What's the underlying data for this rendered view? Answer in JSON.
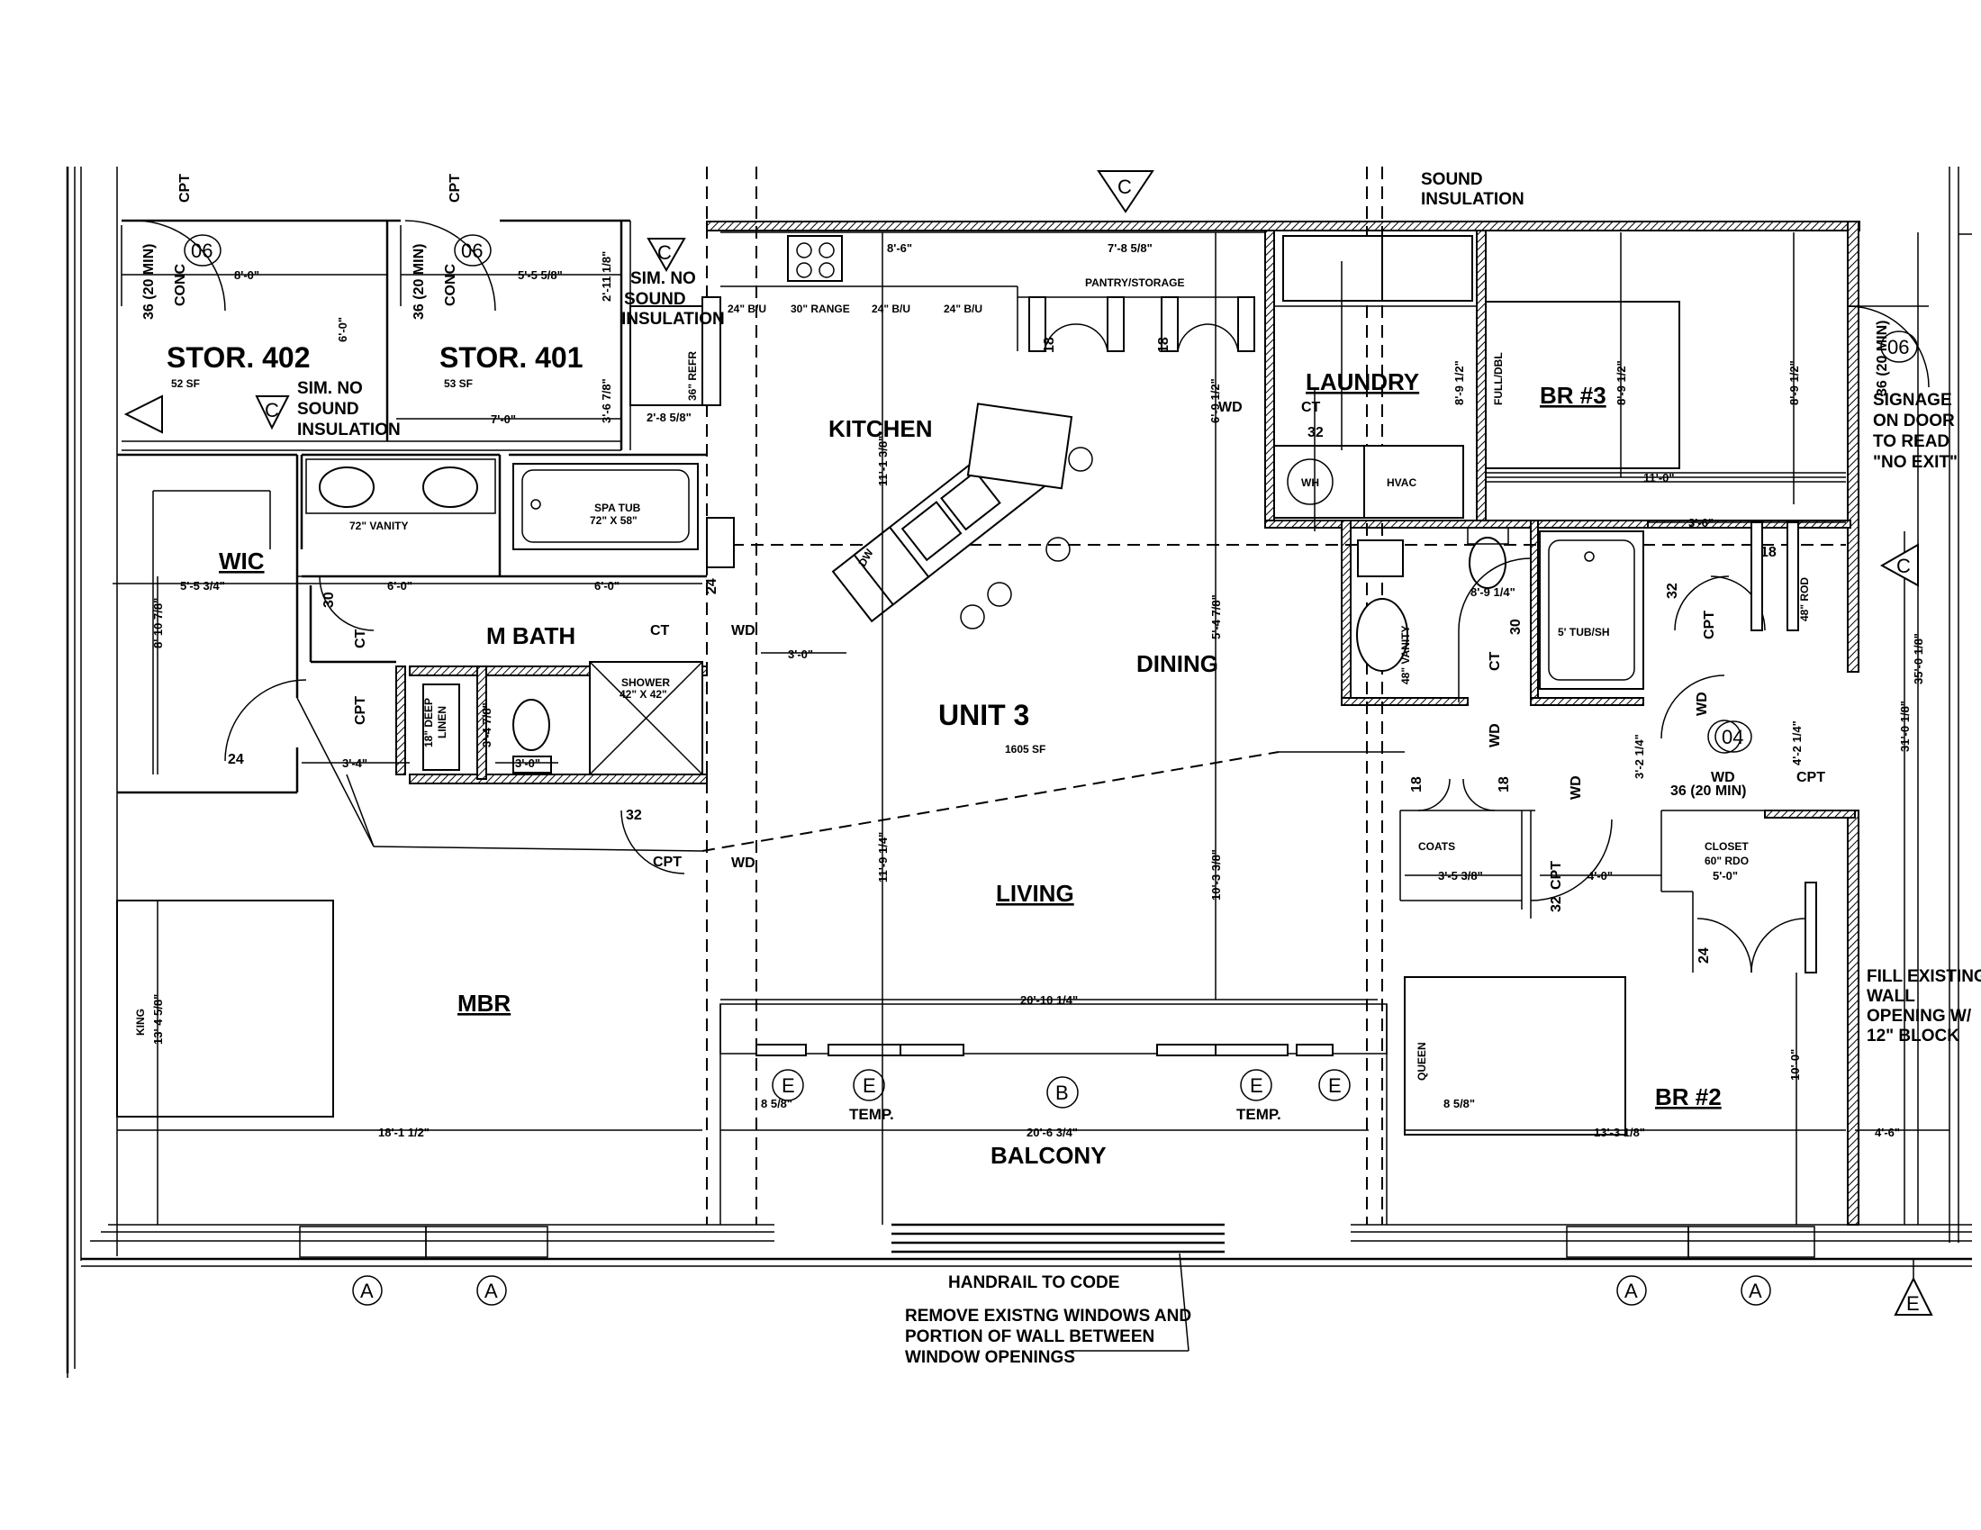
{
  "rooms": {
    "stor402": "STOR. 402",
    "stor402_sf": "52 SF",
    "stor401": "STOR. 401",
    "stor401_sf": "53 SF",
    "wic": "WIC",
    "m_bath": "M BATH",
    "mbr": "MBR",
    "kitchen": "KITCHEN",
    "dining": "DINING",
    "living": "LIVING",
    "unit": "UNIT 3",
    "unit_sf": "1605 SF",
    "laundry": "LAUNDRY",
    "br3": "BR #3",
    "br2": "BR #2",
    "balcony": "BALCONY",
    "coats": "COATS",
    "closet": "CLOSET",
    "closet_sub": "60\" RDO"
  },
  "notes": {
    "sound_insulation_1": "SOUND",
    "sound_insulation_2": "INSULATION",
    "sim_no_1": "SIM. NO",
    "sim_no_2": "SOUND",
    "sim_no_3": "INSULATION",
    "sim_no_b1": "SIM. NO",
    "sim_no_b2": "SOUND",
    "sim_no_b3": "INSULATION",
    "signage_1": "SIGNAGE",
    "signage_2": "ON DOOR",
    "signage_3": "TO READ",
    "signage_4": "\"NO EXIT\"",
    "fill_1": "FILL EXISTING",
    "fill_2": "WALL",
    "fill_3": "OPENING W/",
    "fill_4": "12\" BLOCK",
    "handrail": "HANDRAIL TO CODE",
    "remove_1": "REMOVE EXISTNG WINDOWS AND",
    "remove_2": "PORTION OF WALL BETWEEN",
    "remove_3": "WINDOW OPENINGS",
    "temp_1": "TEMP.",
    "temp_2": "TEMP."
  },
  "fixtures": {
    "range": "30\" RANGE",
    "bu1": "24\" B/U",
    "bu2": "24\" B/U",
    "bu3": "24\" B/U",
    "pantry": "PANTRY/STORAGE",
    "spa_tub": "SPA TUB",
    "spa_tub_size": "72\" X 58\"",
    "vanity72": "72\" VANITY",
    "shower": "SHOWER",
    "shower_size": "42\" X 42\"",
    "linen_1": "18\" DEEP",
    "linen_2": "LINEN",
    "wh": "WH",
    "hvac": "HVAC",
    "tub": "5' TUB/SH",
    "vanity48": "48\" VANITY",
    "full_dbl": "FULL/DBL",
    "king": "KING",
    "queen": "QUEEN",
    "dw": "DW",
    "rod": "48\" ROD",
    "refr": "36\" REFR"
  },
  "dimensions": {
    "d1": "8'-0\"",
    "d2": "5'-5 5/8\"",
    "d3": "2'-11 1/8\"",
    "d4": "8'-6\"",
    "d5": "7'-8 5/8\"",
    "d6": "7'-0\"",
    "d7": "3'-6 7/8\"",
    "d8": "2'-8 5/8\"",
    "d9": "5'-5 3/4\"",
    "d10": "6'-0\"",
    "d11": "6'-0\"",
    "d12": "8' 10 7/8\"",
    "d13": "3'-4\"",
    "d14": "3'-0\"",
    "d15": "3'-0\"",
    "d16": "11'-1 3/8\"",
    "d17": "11'-9 1/4\"",
    "d18": "5'-4 7/8\"",
    "d19": "10'-3 3/8\"",
    "d20": "20'-10 1/4\"",
    "d21": "18'-1 1/2\"",
    "d22": "20'-6 3/4\"",
    "d23": "13'-3 1/8\"",
    "d24": "4'-6\"",
    "d25": "11'-0\"",
    "d26": "3'-6\"",
    "d27": "8'-9 1/2\"",
    "d28": "8'-9 1/2\"",
    "d29": "8'-9 1/2\"",
    "d30": "3'-5 3/8\"",
    "d31": "4'-0\"",
    "d32": "5'-0\"",
    "d33": "10'-0\"",
    "d34": "8 5/8\"",
    "d35": "8 5/8\"",
    "d36": "13' 4 5/8\"",
    "d37": "35'-0 1/8\"",
    "d38": "31'-0 1/8\"",
    "d39": "6'-0\"",
    "d40": "3'-4 7/8\"",
    "d41": "6'-9 1/2\"",
    "d42": "8'-9 1/4\"",
    "d43": "4'-2 1/4\"",
    "d44": "3'-2 1/4\""
  },
  "tags": {
    "door06a": "06",
    "door06b": "06",
    "door06c": "06",
    "door04": "04",
    "min36a": "36 (20 MIN)",
    "min36b": "36 (20 MIN)",
    "min36c": "36 (20 MIN)",
    "min36d": "36 (20 MIN)",
    "cpt": "CPT",
    "wd": "WD",
    "ct": "CT",
    "conc": "CONC",
    "n18": "18",
    "n24": "24",
    "n30": "30",
    "n32": "32"
  },
  "markers": {
    "A": "A",
    "B": "B",
    "C": "C",
    "E": "E"
  }
}
